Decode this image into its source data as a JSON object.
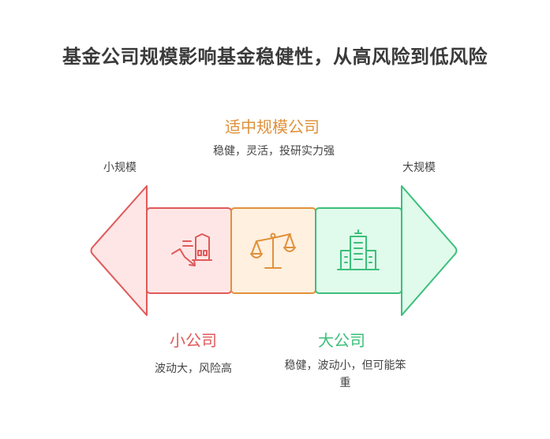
{
  "title": "基金公司规模影响基金稳健性，从高风险到低风险",
  "ends": {
    "left": "小规模",
    "right": "大规模"
  },
  "segments": [
    {
      "heading": "小公司",
      "description": "波动大，风险高",
      "icon": "falling-chart-building-icon",
      "color": "#e05a5a",
      "fill": "#ffe6e6"
    },
    {
      "heading": "适中规模公司",
      "description": "稳健，灵活，投研实力强",
      "icon": "balance-scale-icon",
      "color": "#e0913a",
      "fill": "#fff0e0"
    },
    {
      "heading": "大公司",
      "description": "稳健，波动小，但可能笨重",
      "icon": "buildings-icon",
      "color": "#3cbf7a",
      "fill": "#e0faec"
    }
  ]
}
